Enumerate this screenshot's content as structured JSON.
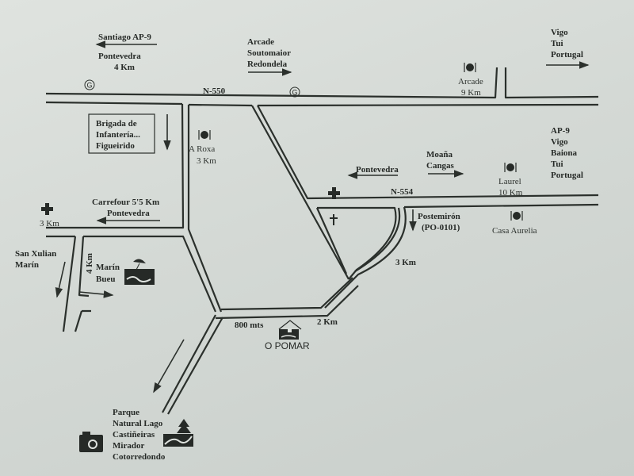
{
  "roads": {
    "n550": "N-550",
    "n554": "N-554"
  },
  "directions": {
    "santiago": "Santiago AP-9",
    "pontevedra_4km": [
      "Pontevedra",
      "4 Km"
    ],
    "arcade_group": [
      "Arcade",
      "Soutomaior",
      "Redondela"
    ],
    "vigo_top": [
      "Vigo",
      "Tui",
      "Portugal"
    ],
    "ap9_group": [
      "AP-9",
      "Vigo",
      "Baiona",
      "Tui",
      "Portugal"
    ],
    "brigada": [
      "Brigada de",
      "Infantería...",
      "Figueirido"
    ],
    "carrefour": [
      "Carrefour 5'5 Km",
      "Pontevedra"
    ],
    "pontevedra_n554": "Pontevedra",
    "moana": [
      "Moaña",
      "Cangas"
    ],
    "postemiron": [
      "Postemirón",
      "(PO-0101)"
    ],
    "san_xulian": [
      "San Xulian",
      "Marín"
    ],
    "marin_bueu": [
      "Marín",
      "Bueu"
    ],
    "parque": [
      "Parque",
      "Natural Lago",
      "Castiñeiras",
      "Mirador",
      "Cotorredondo"
    ]
  },
  "restaurants": {
    "a_roxa": [
      "A Roxa",
      "3 Km"
    ],
    "arcade": [
      "Arcade",
      "9 Km"
    ],
    "laurel": [
      "Laurel",
      "10 Km"
    ],
    "casa_aurelia": "Casa Aurelia"
  },
  "distances": {
    "hospital_3km": "3 Km",
    "marin_4km": "4 Km",
    "d_3km": "3 Km",
    "d_2km": "2 Km",
    "d_800": "800 mts"
  },
  "destination": "O POMAR",
  "icons": [
    "gas-station-icon",
    "restaurant-icon",
    "hospital-cross-icon",
    "church-cross-icon",
    "beach-icon",
    "house-icon",
    "camera-icon",
    "tree-park-icon"
  ]
}
